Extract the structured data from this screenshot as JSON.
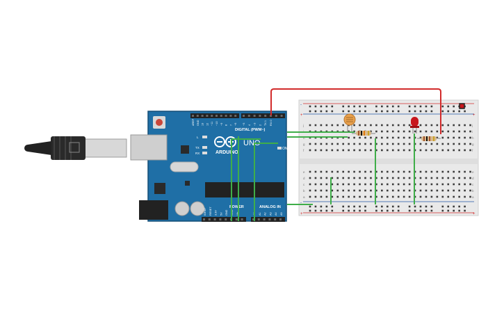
{
  "board": {
    "name": "ARDUINO",
    "model": "UNO",
    "digital_label": "DIGITAL (PWM~)",
    "power_label": "POWER",
    "analog_label": "ANALOG IN",
    "on_label": "ON",
    "l_label": "L",
    "tx_label": "TX",
    "rx_label": "RX",
    "digital_pins": [
      "AREF",
      "GND",
      "13",
      "12",
      "~11",
      "~10",
      "~9",
      "8",
      "7",
      "~6",
      "~5",
      "4",
      "~3",
      "2",
      "TX 1",
      "RX 0"
    ],
    "power_pins": [
      "IOREF",
      "RESET",
      "3.3V",
      "5V",
      "GND",
      "GND",
      "Vin"
    ],
    "analog_pins": [
      "A0",
      "A1",
      "A2",
      "A3",
      "A4",
      "A5"
    ]
  },
  "breadboard": {
    "rail_plus": "+",
    "rail_minus": "-",
    "row_letters_top": [
      "j",
      "i",
      "h",
      "g",
      "f"
    ],
    "row_letters_bottom": [
      "e",
      "d",
      "c",
      "b",
      "a"
    ]
  },
  "colors": {
    "board": "#1f6fa6",
    "board_dark": "#175a88",
    "breadboard": "#e9e9e9",
    "wire_red": "#d22b2b",
    "wire_green": "#3fae49",
    "led": "#c8161d",
    "ldr": "#e8a04c"
  }
}
